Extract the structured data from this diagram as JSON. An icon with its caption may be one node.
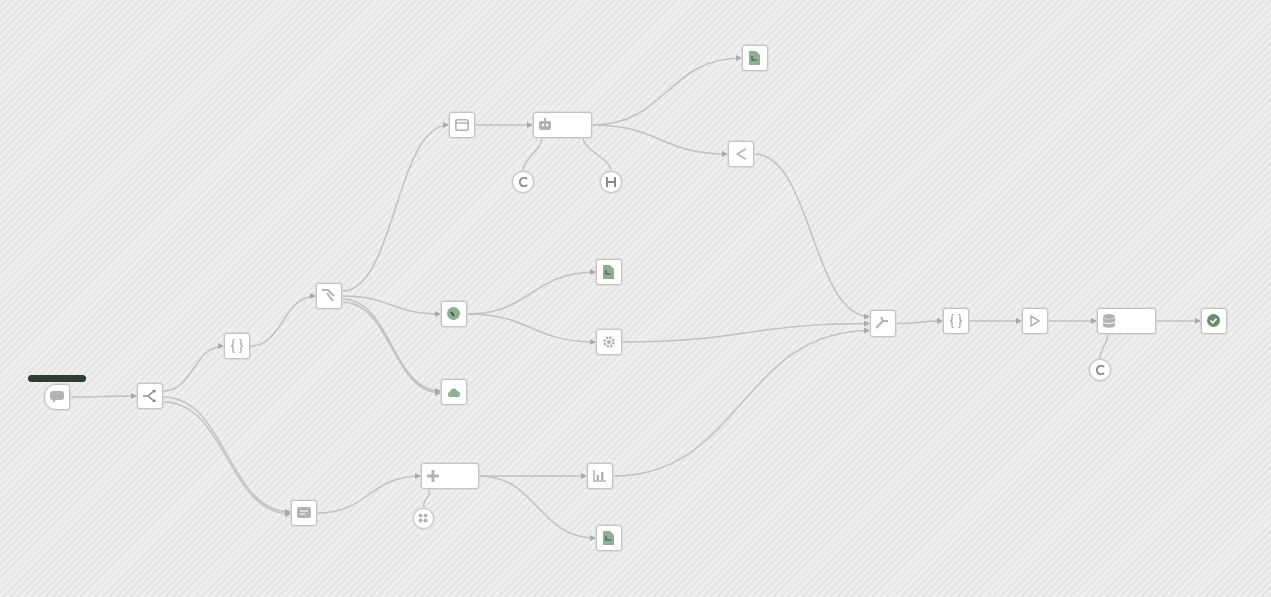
{
  "diagram": {
    "nodes": [
      {
        "text": [],
        "shape": "box"
      },
      {
        "text": [],
        "shape": "box"
      },
      {
        "text": [],
        "shape": "box"
      },
      {
        "text": [],
        "shape": "box"
      },
      {
        "text": [],
        "shape": "box"
      },
      {
        "text": [],
        "shape": "box"
      },
      {
        "text": [],
        "shape": "circle"
      },
      {
        "text": [],
        "shape": "circle"
      },
      {
        "text": [],
        "shape": "box"
      },
      {
        "text": [],
        "shape": "box"
      },
      {
        "text": [],
        "shape": "box"
      },
      {
        "text": [],
        "shape": "box"
      },
      {
        "text": [],
        "shape": "box"
      },
      {
        "text": [],
        "shape": "box"
      },
      {
        "text": [],
        "shape": "box"
      },
      {
        "text": [],
        "shape": "box"
      },
      {
        "text": [],
        "shape": "circle"
      },
      {
        "text": [],
        "shape": "box"
      },
      {
        "text": [],
        "shape": "box"
      },
      {
        "text": [],
        "shape": "box"
      },
      {
        "text": [],
        "shape": "box"
      },
      {
        "text": [],
        "shape": "box"
      },
      {
        "text": [],
        "shape": "box"
      },
      {
        "text": [],
        "shape": "circle"
      },
      {
        "text": [],
        "shape": "box"
      }
    ],
    "edges": [
      {
        "from": 0,
        "to": 1,
        "arrow": "to"
      },
      {
        "from": 1,
        "to": 2,
        "arrow": "to"
      },
      {
        "from": 1,
        "to": 14,
        "arrow": "to"
      },
      {
        "from": 1,
        "to": 14,
        "arrow": "to"
      },
      {
        "from": 2,
        "to": 3,
        "arrow": "to"
      },
      {
        "from": 3,
        "to": 4,
        "arrow": "to"
      },
      {
        "from": 3,
        "to": 10,
        "arrow": "to"
      },
      {
        "from": 3,
        "to": 13,
        "arrow": "to"
      },
      {
        "from": 3,
        "to": 13,
        "arrow": "to"
      },
      {
        "from": 4,
        "to": 5,
        "arrow": "to"
      },
      {
        "from": 5,
        "to": 8,
        "arrow": "to"
      },
      {
        "from": 5,
        "to": 9,
        "arrow": "to"
      },
      {
        "from": 6,
        "to": 5,
        "arrow": "none"
      },
      {
        "from": 7,
        "to": 5,
        "arrow": "none"
      },
      {
        "from": 9,
        "to": 19,
        "arrow": "to"
      },
      {
        "from": 10,
        "to": 11,
        "arrow": "to"
      },
      {
        "from": 10,
        "to": 12,
        "arrow": "to"
      },
      {
        "from": 12,
        "to": 19,
        "arrow": "to"
      },
      {
        "from": 14,
        "to": 15,
        "arrow": "to"
      },
      {
        "from": 16,
        "to": 15,
        "arrow": "none"
      },
      {
        "from": 15,
        "to": 17,
        "arrow": "to"
      },
      {
        "from": 15,
        "to": 18,
        "arrow": "to"
      },
      {
        "from": 17,
        "to": 19,
        "arrow": "to"
      },
      {
        "from": 19,
        "to": 20,
        "arrow": "to"
      },
      {
        "from": 20,
        "to": 21,
        "arrow": "to"
      },
      {
        "from": 21,
        "to": 22,
        "arrow": "to"
      },
      {
        "from": 23,
        "to": 22,
        "arrow": "none"
      },
      {
        "from": 22,
        "to": 24,
        "arrow": "to"
      }
    ]
  }
}
